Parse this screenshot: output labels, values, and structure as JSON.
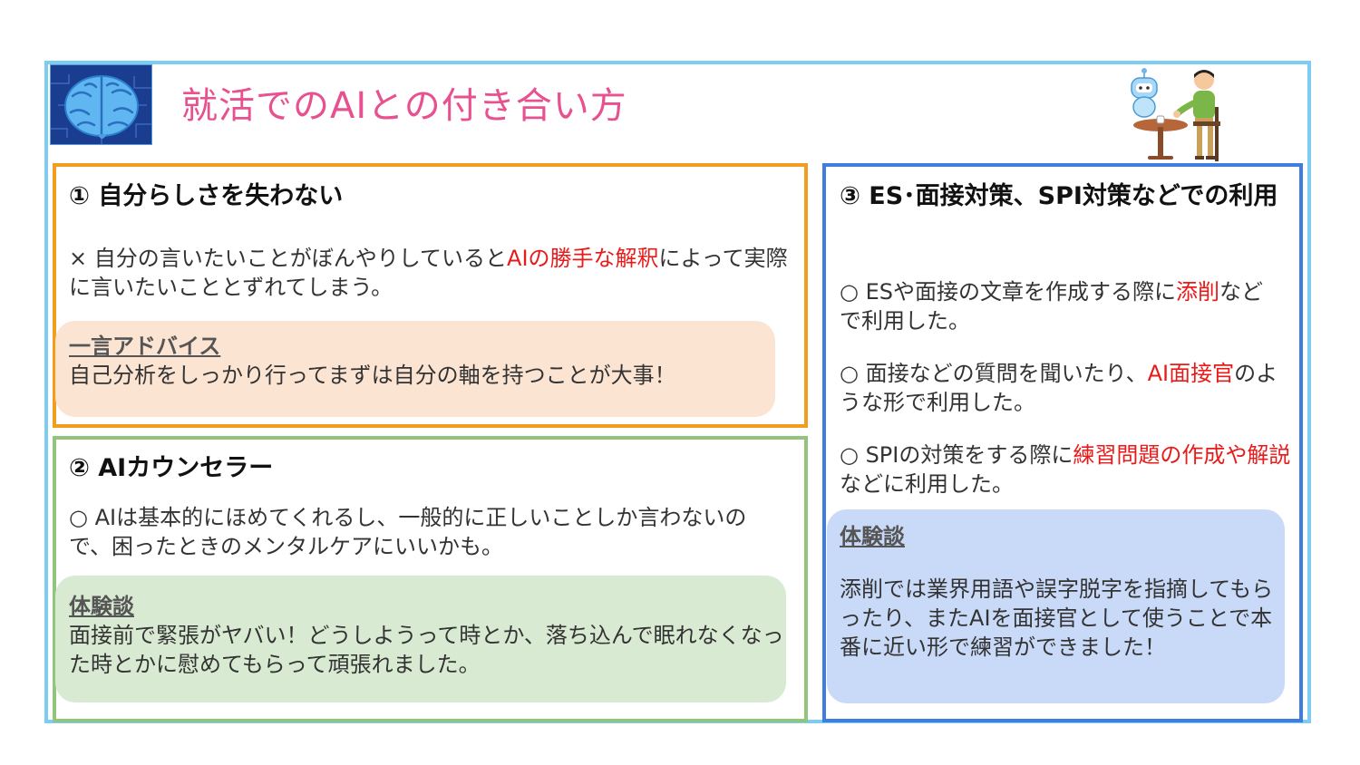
{
  "title": "就活でのAIとの付き合い方",
  "section1": {
    "heading": "① 自分らしさを失わない",
    "text_a": "× 自分の言いたいことがぼんやりしていると",
    "text_red": "AIの勝手な解釈",
    "text_b": "によって実際に言いたいこととずれてしまう。",
    "panel_title": "一言アドバイス",
    "panel_text": "自己分析をしっかり行ってまずは自分の軸を持つことが大事！"
  },
  "section2": {
    "heading": "② AIカウンセラー",
    "text": "○ AIは基本的にほめてくれるし、一般的に正しいことしか言わないので、困ったときのメンタルケアにいいかも。",
    "panel_title": "体験談",
    "panel_text": "面接前で緊張がヤバい！どうしようって時とか、落ち込んで眠れなくなった時とかに慰めてもらって頑張れました。"
  },
  "section3": {
    "heading": "③ ES･面接対策、SPI対策などでの利用",
    "item1_a": "○ ESや面接の文章を作成する際に",
    "item1_red": "添削",
    "item1_b": "などで利用した。",
    "item2_a": "○ 面接などの質問を聞いたり、",
    "item2_red": "AI面接官",
    "item2_b": "のような形で利用した。",
    "item3_a": "○ SPIの対策をする際に",
    "item3_red": "練習問題の作成や解説",
    "item3_b": "などに利用した。",
    "panel_title": "体験談",
    "panel_text": "添削では業界用語や誤字脱字を指摘してもらったり、またAIを面接官として使うことで本番に近い形で練習ができました！"
  },
  "colors": {
    "title": "#e8508f",
    "box1": "#f29d1e",
    "box2": "#92c47c",
    "box3": "#3d7ee0",
    "frame": "#7dcdf2",
    "highlight": "#e81a1a"
  },
  "icons": [
    "brain-circuit-icon",
    "robot-and-person-illustration"
  ]
}
